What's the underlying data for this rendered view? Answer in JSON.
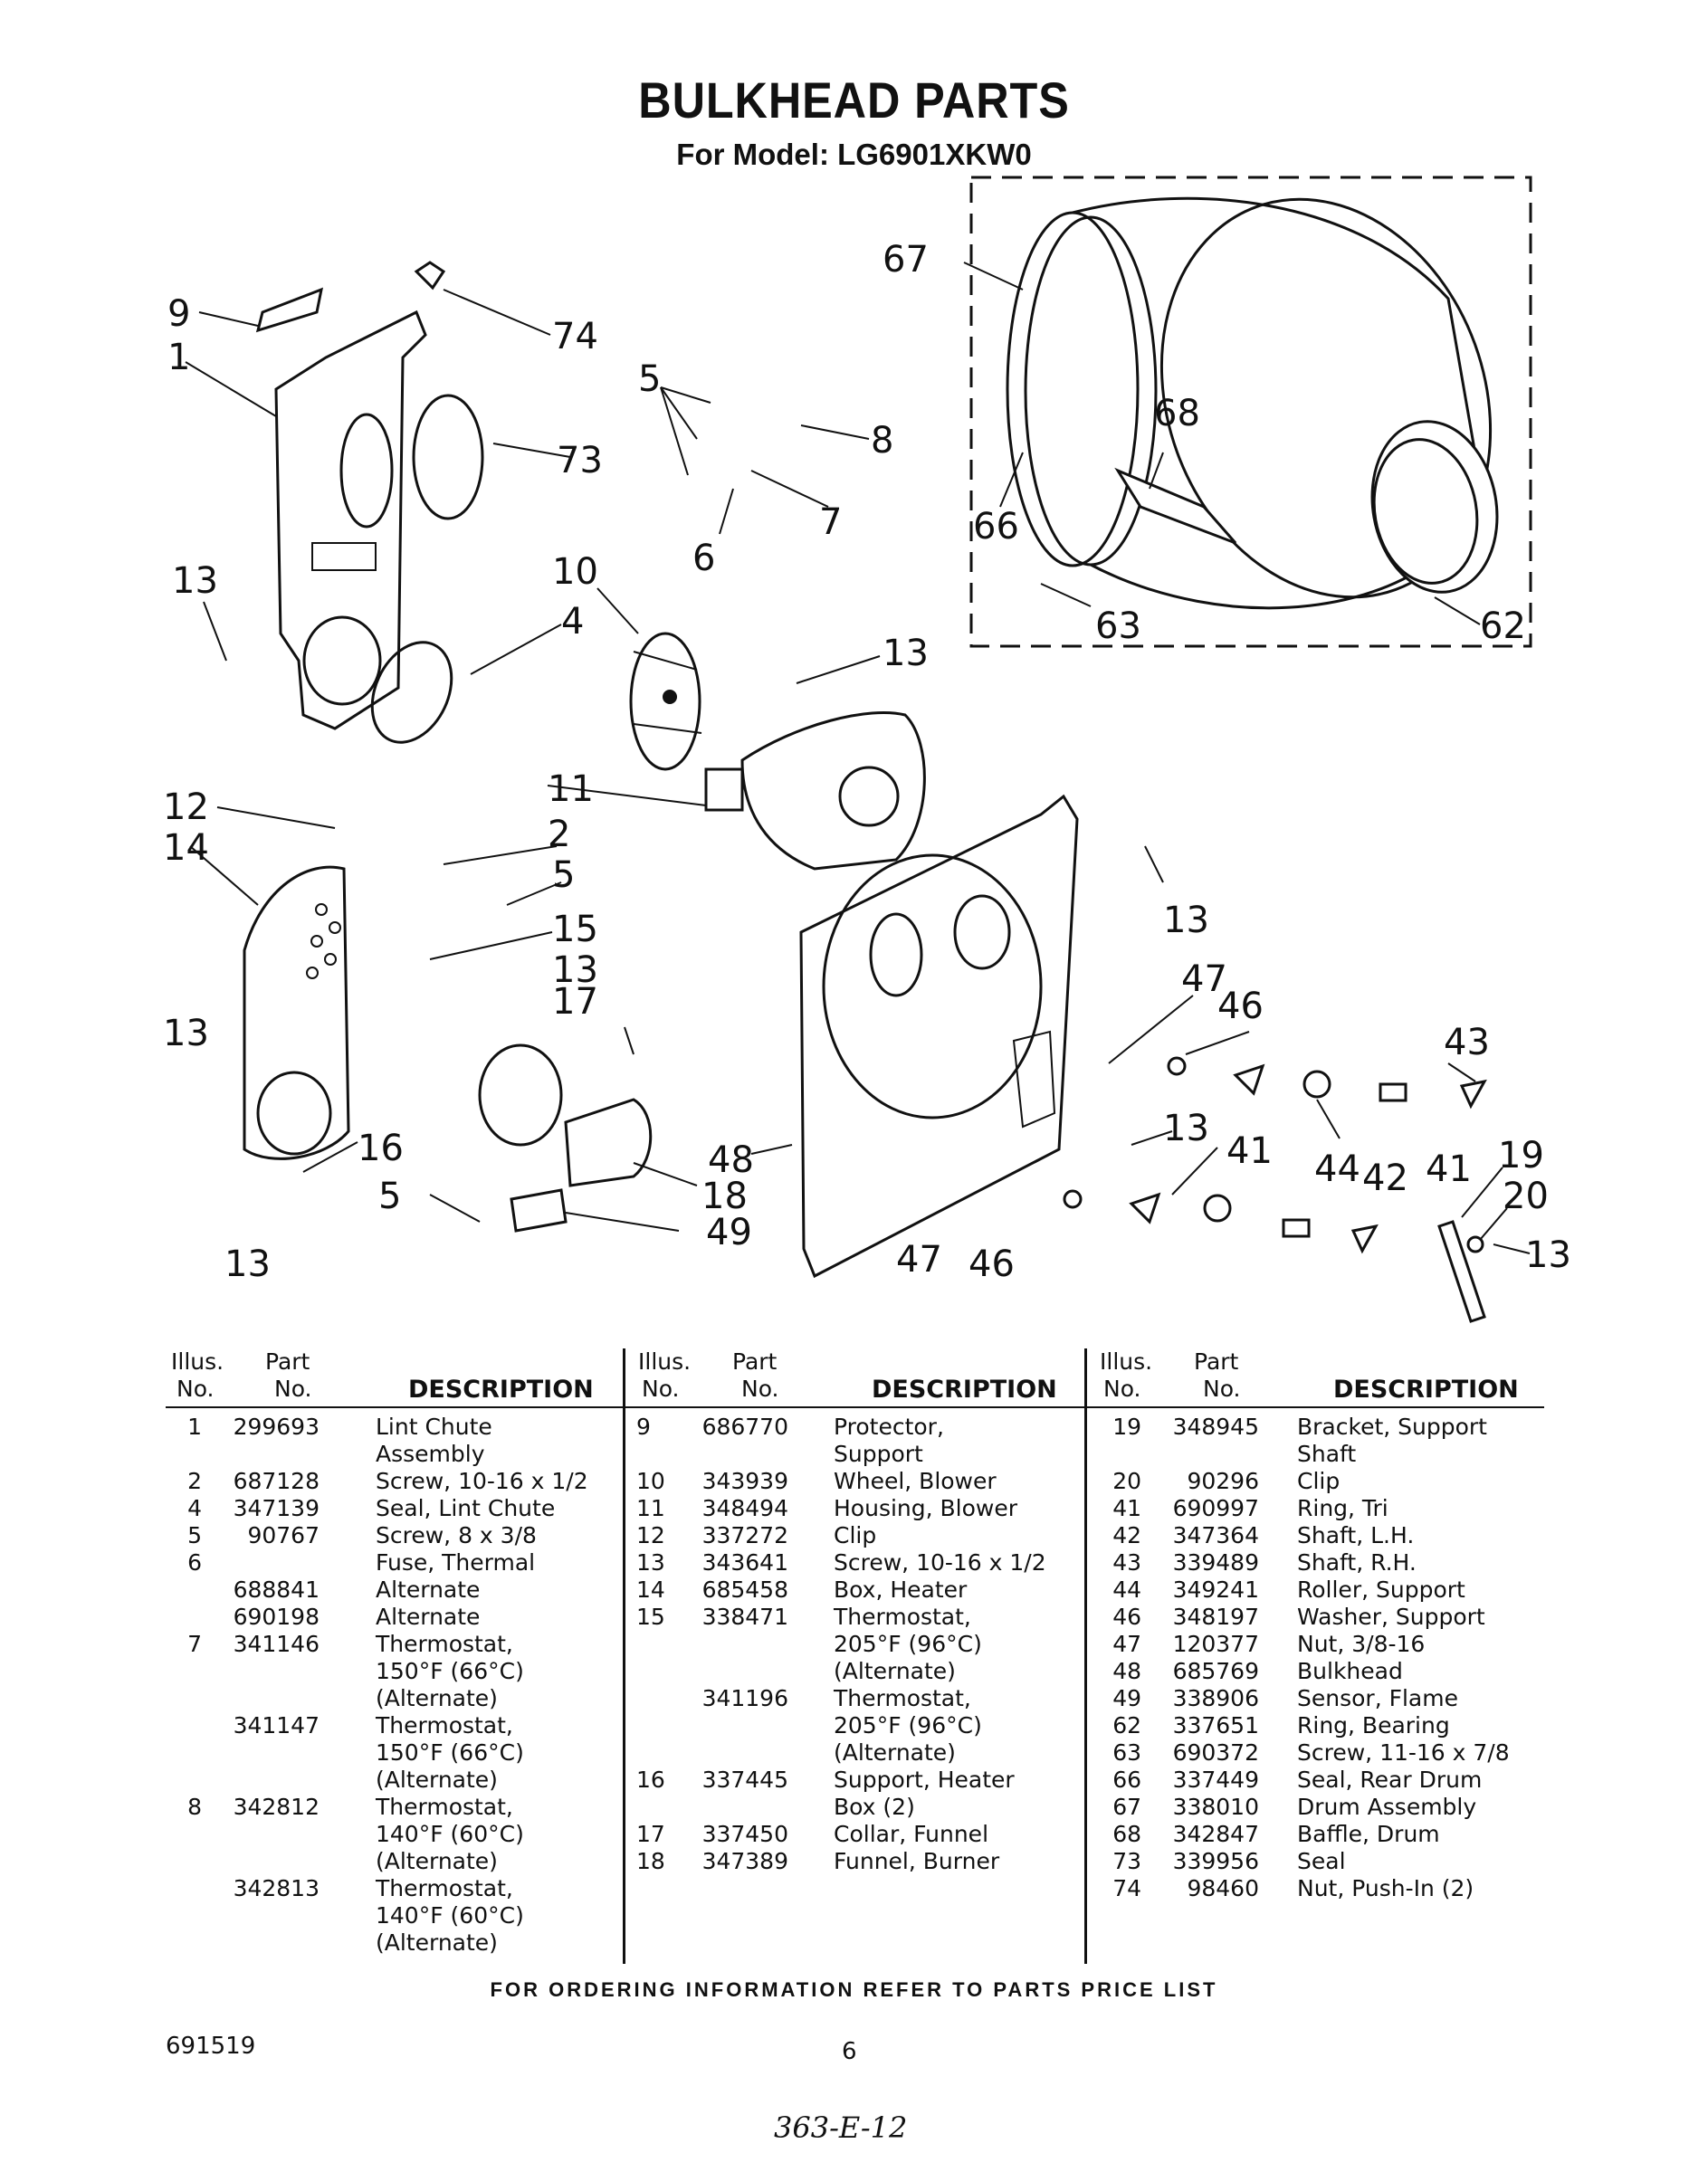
{
  "header": {
    "title": "BULKHEAD PARTS",
    "subtitle": "For Model: LG6901XKW0"
  },
  "callouts": [
    "1",
    "2",
    "4",
    "5",
    "5",
    "5",
    "6",
    "7",
    "8",
    "9",
    "10",
    "11",
    "12",
    "13",
    "13",
    "13",
    "13",
    "13",
    "13",
    "13",
    "13",
    "14",
    "15",
    "16",
    "17",
    "18",
    "19",
    "20",
    "41",
    "41",
    "42",
    "43",
    "44",
    "46",
    "46",
    "47",
    "47",
    "48",
    "49",
    "62",
    "63",
    "66",
    "67",
    "68",
    "73",
    "74"
  ],
  "table_headers": {
    "illus_line1": "Illus.",
    "illus_line2": "No.",
    "part_line1": "Part",
    "part_line2": "No.",
    "description": "DESCRIPTION"
  },
  "parts_col1": [
    {
      "illus": "1",
      "part": "299693",
      "desc": "Lint Chute\nAssembly"
    },
    {
      "illus": "2",
      "part": "687128",
      "desc": "Screw, 10-16 x 1/2"
    },
    {
      "illus": "4",
      "part": "347139",
      "desc": "Seal, Lint Chute"
    },
    {
      "illus": "5",
      "part": "90767",
      "desc": "Screw, 8 x 3/8"
    },
    {
      "illus": "6",
      "part": "",
      "desc": "Fuse, Thermal"
    },
    {
      "illus": "",
      "part": "688841",
      "desc": "Alternate"
    },
    {
      "illus": "",
      "part": "690198",
      "desc": "Alternate"
    },
    {
      "illus": "7",
      "part": "341146",
      "desc": "Thermostat,\n150°F (66°C)\n(Alternate)"
    },
    {
      "illus": "",
      "part": "341147",
      "desc": "Thermostat,\n150°F (66°C)\n(Alternate)"
    },
    {
      "illus": "8",
      "part": "342812",
      "desc": "Thermostat,\n140°F (60°C)\n(Alternate)"
    },
    {
      "illus": "",
      "part": "342813",
      "desc": "Thermostat,\n140°F (60°C)\n(Alternate)"
    }
  ],
  "parts_col2": [
    {
      "illus": "9",
      "part": "686770",
      "desc": "Protector,\nSupport"
    },
    {
      "illus": "10",
      "part": "343939",
      "desc": "Wheel, Blower"
    },
    {
      "illus": "11",
      "part": "348494",
      "desc": "Housing, Blower"
    },
    {
      "illus": "12",
      "part": "337272",
      "desc": "Clip"
    },
    {
      "illus": "13",
      "part": "343641",
      "desc": "Screw, 10-16 x 1/2"
    },
    {
      "illus": "14",
      "part": "685458",
      "desc": "Box, Heater"
    },
    {
      "illus": "15",
      "part": "338471",
      "desc": "Thermostat,\n205°F (96°C)\n(Alternate)"
    },
    {
      "illus": "",
      "part": "341196",
      "desc": "Thermostat,\n205°F (96°C)\n(Alternate)"
    },
    {
      "illus": "16",
      "part": "337445",
      "desc": "Support, Heater\nBox (2)"
    },
    {
      "illus": "17",
      "part": "337450",
      "desc": "Collar, Funnel"
    },
    {
      "illus": "18",
      "part": "347389",
      "desc": "Funnel, Burner"
    }
  ],
  "parts_col3": [
    {
      "illus": "19",
      "part": "348945",
      "desc": "Bracket, Support\nShaft"
    },
    {
      "illus": "20",
      "part": "90296",
      "desc": "Clip"
    },
    {
      "illus": "41",
      "part": "690997",
      "desc": "Ring, Tri"
    },
    {
      "illus": "42",
      "part": "347364",
      "desc": "Shaft, L.H."
    },
    {
      "illus": "43",
      "part": "339489",
      "desc": "Shaft, R.H."
    },
    {
      "illus": "44",
      "part": "349241",
      "desc": "Roller, Support"
    },
    {
      "illus": "46",
      "part": "348197",
      "desc": "Washer, Support"
    },
    {
      "illus": "47",
      "part": "120377",
      "desc": "Nut, 3/8-16"
    },
    {
      "illus": "48",
      "part": "685769",
      "desc": "Bulkhead"
    },
    {
      "illus": "49",
      "part": "338906",
      "desc": "Sensor, Flame"
    },
    {
      "illus": "62",
      "part": "337651",
      "desc": "Ring, Bearing"
    },
    {
      "illus": "63",
      "part": "690372",
      "desc": "Screw, 11-16 x 7/8"
    },
    {
      "illus": "66",
      "part": "337449",
      "desc": "Seal, Rear Drum"
    },
    {
      "illus": "67",
      "part": "338010",
      "desc": "Drum Assembly"
    },
    {
      "illus": "68",
      "part": "342847",
      "desc": "Baffle, Drum"
    },
    {
      "illus": "73",
      "part": "339956",
      "desc": "Seal"
    },
    {
      "illus": "74",
      "part": "98460",
      "desc": "Nut, Push-In (2)"
    }
  ],
  "footer": {
    "ordering_note": "FOR ORDERING INFORMATION REFER TO PARTS PRICE LIST",
    "doc_number": "691519",
    "page_number": "6",
    "handwritten_note": "363-E-12"
  }
}
